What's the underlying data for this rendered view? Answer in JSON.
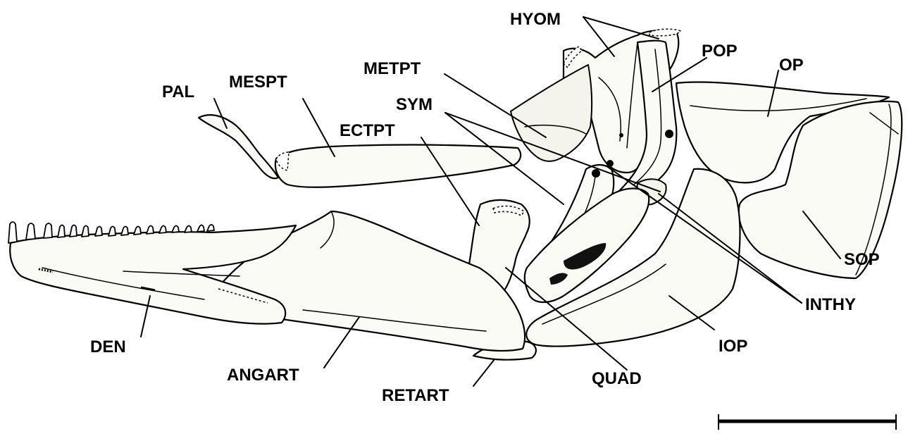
{
  "figure": {
    "labels": {
      "hyom": "HYOM",
      "pop": "POP",
      "op": "OP",
      "metpt": "METPT",
      "pal": "PAL",
      "mespt": "MESPT",
      "sym": "SYM",
      "ectpt": "ECTPT",
      "sop": "SOP",
      "inthy": "INTHY",
      "den": "DEN",
      "iop": "IOP",
      "angart": "ANGART",
      "quad": "QUAD",
      "retart": "RETART"
    },
    "scale_bar": {
      "label": ""
    }
  }
}
